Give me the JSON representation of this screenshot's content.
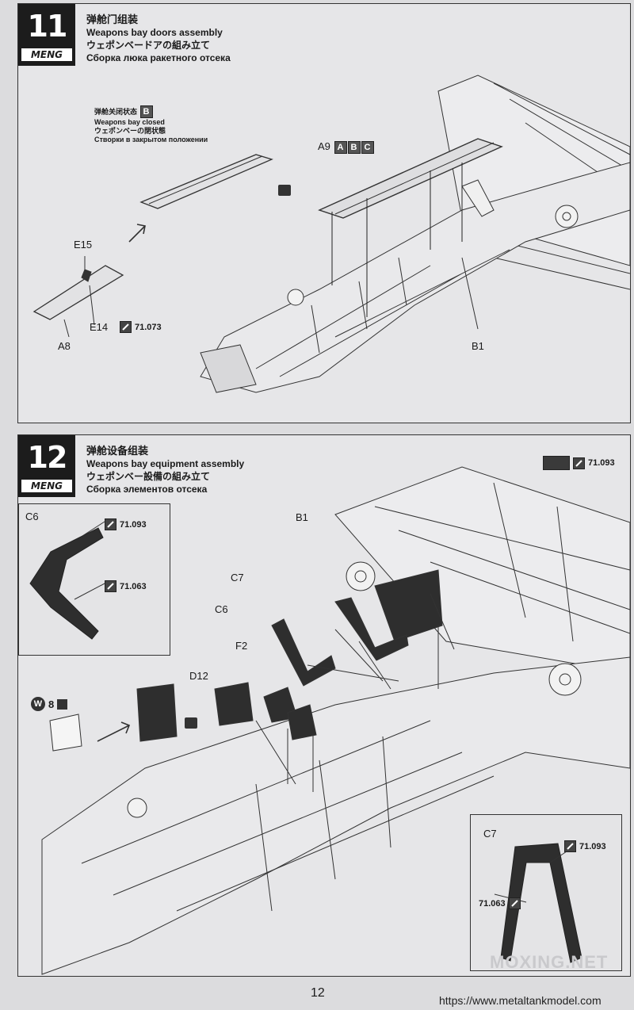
{
  "step11": {
    "number": "11",
    "brand": "MENG",
    "title_cn": "弹舱门组装",
    "title_en": "Weapons bay doors assembly",
    "title_jp": "ウェポンベードアの組み立て",
    "title_ru": "Сборка люка ракетного отсека",
    "closed_note_cn": "弹舱关闭状态",
    "closed_note_letter": "B",
    "closed_note_en": "Weapons bay closed",
    "closed_note_jp": "ウェポンベーの閉状態",
    "closed_note_ru": "Створки в закрытом положении",
    "part_a9": "A9",
    "part_a9_variants": [
      "A",
      "B",
      "C"
    ],
    "part_e15": "E15",
    "part_e14": "E14",
    "part_a8": "A8",
    "part_b1": "B1",
    "paint_code": "71.073"
  },
  "step12": {
    "number": "12",
    "brand": "MENG",
    "title_cn": "弹舱设备组装",
    "title_en": "Weapons bay equipment assembly",
    "title_jp": "ウェポンベー設備の組み立て",
    "title_ru": "Сборка элементов отсека",
    "main_paint": "71.093",
    "part_b1": "B1",
    "part_c7": "C7",
    "part_c6": "C6",
    "part_f2": "F2",
    "part_d12": "D12",
    "decal": "8",
    "decal_letter": "W",
    "inset_c6": {
      "label": "C6",
      "paint_top": "71.093",
      "paint_bottom": "71.063"
    },
    "inset_c7": {
      "label": "C7",
      "paint_top": "71.093",
      "paint_bottom": "71.063"
    }
  },
  "footer": {
    "page_number": "12",
    "website": "https://www.metaltankmodel.com",
    "watermark": "MOXING.NET"
  }
}
